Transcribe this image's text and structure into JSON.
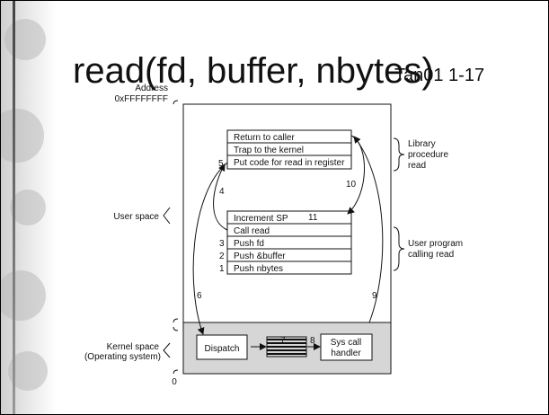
{
  "title": "read(fd, buffer, nbytes)",
  "title_ref": "Tan01 1-17",
  "diagram": {
    "address_label": "Address",
    "address_value": "0xFFFFFFFF",
    "zero_label": "0",
    "user_space_label": "User space",
    "kernel_space_label": "Kernel space",
    "kernel_space_sub": "(Operating system)",
    "library_boxes": [
      "Return to caller",
      "Trap to the kernel",
      "Put code for read in register"
    ],
    "library_brace_label": [
      "Library",
      "procedure",
      "read"
    ],
    "user_program_boxes": [
      "Increment SP",
      "Call read",
      "Push fd",
      "Push &buffer",
      "Push nbytes"
    ],
    "user_program_brace_label": [
      "User program",
      "calling read"
    ],
    "dispatch_label": "Dispatch",
    "handler_label": [
      "Sys call",
      "handler"
    ],
    "step_numbers": [
      "1",
      "2",
      "3",
      "4",
      "5",
      "6",
      "7",
      "8",
      "9",
      "10",
      "11"
    ]
  }
}
